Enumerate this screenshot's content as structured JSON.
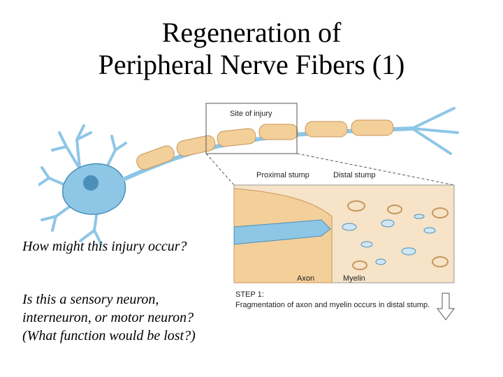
{
  "title": {
    "line1": "Regeneration of",
    "line2": "Peripheral Nerve Fibers (1)"
  },
  "diagram": {
    "site_label": "Site of injury",
    "proximal_label": "Proximal stump",
    "distal_label": "Distal stump",
    "axon_label": "Axon",
    "myelin_label": "Myelin",
    "step_title": "STEP 1:",
    "step_text": "Fragmentation of axon and myelin occurs in distal stump.",
    "colors": {
      "neuron": "#8ec6e6",
      "neuron_dark": "#4a8fb8",
      "myelin": "#f3cf9a",
      "myelin_dark": "#c8965a",
      "tissue": "#f6e3c8",
      "nucleus": "#7a8a5a"
    }
  },
  "questions": {
    "q1": "How might this injury occur?",
    "q2": "Is this a sensory neuron, interneuron, or motor neuron? (What function would be lost?)"
  }
}
